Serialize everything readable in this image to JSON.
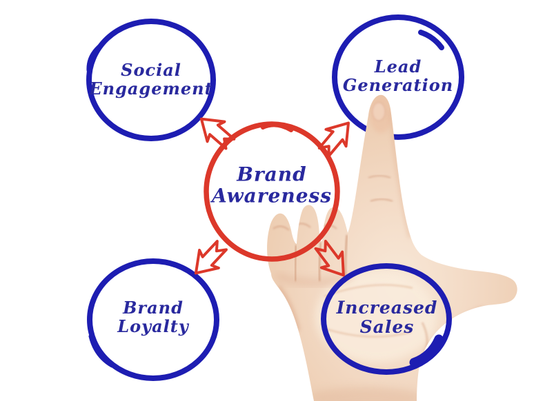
{
  "colors": {
    "background": "#ffffff",
    "node-stroke": "#1d1db2",
    "center-stroke": "#dc382a",
    "label-text": "#29299e",
    "arrow": "#dc382a",
    "skin-base": "#f0d2ba"
  },
  "center_node": {
    "id": "brand-awareness",
    "line1": "Brand",
    "line2": "Awareness"
  },
  "nodes": {
    "social": {
      "id": "social-engagement",
      "line1": "Social",
      "line2": "Engagement",
      "position": "top-left"
    },
    "lead": {
      "id": "lead-generation",
      "line1": "Lead",
      "line2": "Generation",
      "position": "top-right"
    },
    "loyalty": {
      "id": "brand-loyalty",
      "line1": "Brand",
      "line2": "Loyalty",
      "position": "bottom-left"
    },
    "sales": {
      "id": "increased-sales",
      "line1": "Increased",
      "line2": "Sales",
      "position": "bottom-right"
    }
  },
  "edges": [
    {
      "from": "brand-awareness",
      "to": "social-engagement"
    },
    {
      "from": "brand-awareness",
      "to": "lead-generation"
    },
    {
      "from": "brand-awareness",
      "to": "brand-loyalty"
    },
    {
      "from": "brand-awareness",
      "to": "increased-sales"
    }
  ],
  "photo": {
    "hand_gesture": "index-finger-pointing-at-lead-generation"
  }
}
